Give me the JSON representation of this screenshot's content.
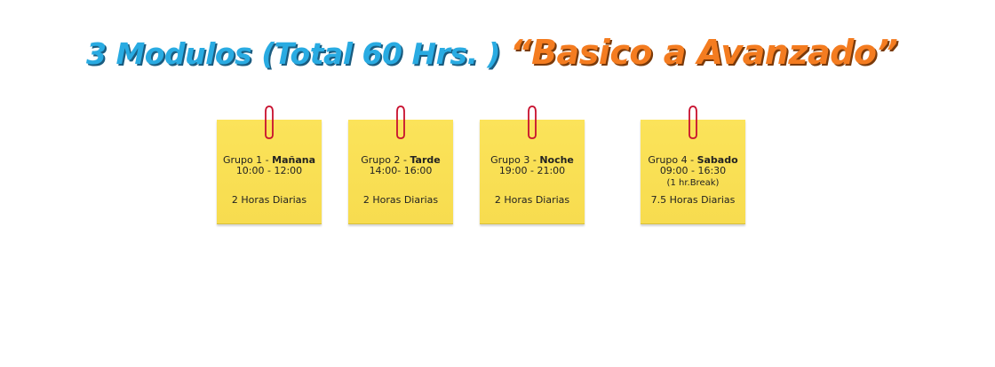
{
  "headline": {
    "part_a": "3 Modulos (Total 60 Hrs. )",
    "part_b": "“Basico a Avanzado”",
    "color_a": "#29abe2",
    "color_b": "#f47c20"
  },
  "notes": [
    {
      "group": "Grupo 1 - ",
      "shift": "Mañana",
      "time": "10:00 - 12:00",
      "extra": "",
      "hours": "2 Horas Diarias"
    },
    {
      "group": "Grupo 2 - ",
      "shift": "Tarde",
      "time": "14:00- 16:00",
      "extra": "",
      "hours": "2 Horas Diarias"
    },
    {
      "group": "Grupo 3 - ",
      "shift": "Noche",
      "time": "19:00 - 21:00",
      "extra": "",
      "hours": "2 Horas Diarias"
    },
    {
      "group": "Grupo 4 - ",
      "shift": "Sabado",
      "time": "09:00 - 16:30",
      "extra": "(1 hr.Break)",
      "hours": "7.5 Horas Diarias"
    }
  ],
  "colors": {
    "note_yellow": "#fbe35a",
    "clip_red": "#c8102e"
  },
  "icons": {
    "clip": "paperclip-icon"
  }
}
